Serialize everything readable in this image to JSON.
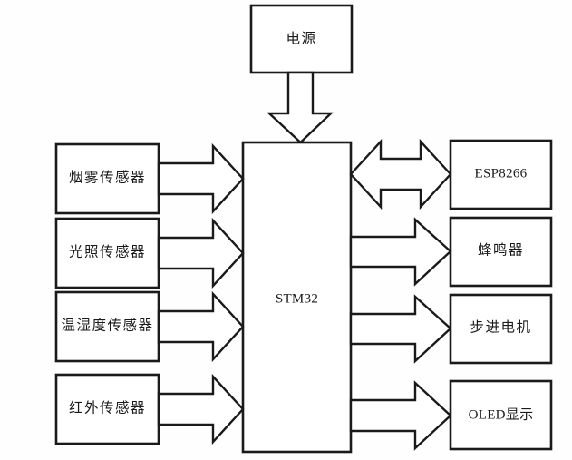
{
  "diagram": {
    "title_text": "",
    "colors": {
      "background": "#fefefe",
      "block_fill": "#ffffff",
      "stroke": "#1a1a1a",
      "text": "#1a1a1a"
    },
    "power": {
      "label": "电源",
      "script": "cjk"
    },
    "controller": {
      "label": "STM32",
      "script": "latin"
    },
    "inputs": [
      {
        "label": "烟雾传感器",
        "script": "cjk",
        "connector": "single-arrow-right"
      },
      {
        "label": "光照传感器",
        "script": "cjk",
        "connector": "single-arrow-right"
      },
      {
        "label": "温湿度传感器",
        "script": "cjk",
        "connector": "single-arrow-right"
      },
      {
        "label": "红外传感器",
        "script": "cjk",
        "connector": "single-arrow-right"
      }
    ],
    "outputs": [
      {
        "label": "ESP8266",
        "script": "latin",
        "connector": "double-arrow"
      },
      {
        "label": "蜂鸣器",
        "script": "cjk",
        "connector": "single-arrow-right"
      },
      {
        "label": "步进电机",
        "script": "cjk",
        "connector": "single-arrow-right"
      },
      {
        "label": "OLED显示",
        "script": "latin",
        "connector": "single-arrow-right"
      }
    ],
    "connectors": {
      "power_to_controller": "single-arrow-down"
    }
  }
}
